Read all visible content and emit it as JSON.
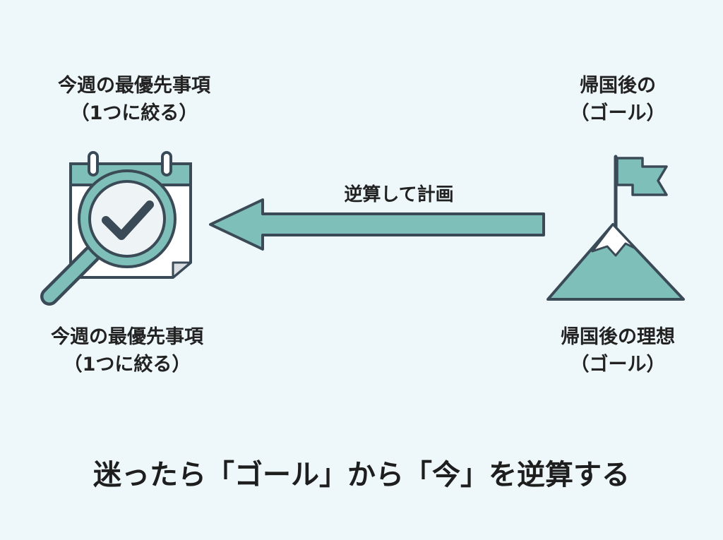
{
  "left_goal_top": {
    "line1": "今週の最優先事項",
    "line2": "（1つに絞る）"
  },
  "left_goal_bottom": {
    "line1": "今週の最優先事項",
    "line2": "（1つに絞る）"
  },
  "right_goal_top": {
    "line1": "帰国後の",
    "line2": "（ゴール）"
  },
  "right_goal_bottom": {
    "line1": "帰国後の理想",
    "line2": "（ゴール）"
  },
  "arrow_label": "逆算して計画",
  "footer": "迷ったら「ゴール」から「今」を逆算する",
  "icons": {
    "left": "calendar-magnifier-check-icon",
    "right": "mountain-flag-icon"
  },
  "colors": {
    "background": "#eef8fb",
    "accent": "#7fbfb9",
    "outline": "#3a4a57"
  }
}
